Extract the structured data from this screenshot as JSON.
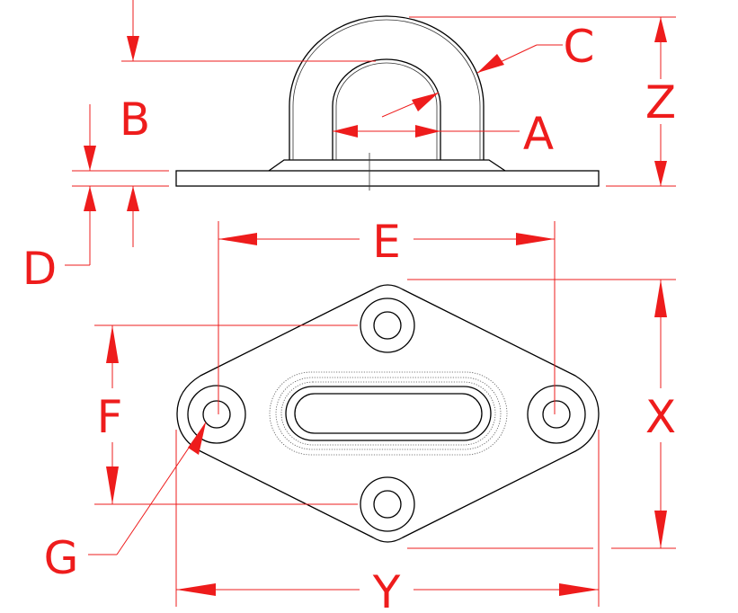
{
  "labels": {
    "A": "A",
    "B": "B",
    "C": "C",
    "D": "D",
    "E": "E",
    "F": "F",
    "G": "G",
    "X": "X",
    "Y": "Y",
    "Z": "Z"
  },
  "colors": {
    "dimension": "#ee1c1c",
    "outline": "#000000",
    "background": "#ffffff"
  }
}
